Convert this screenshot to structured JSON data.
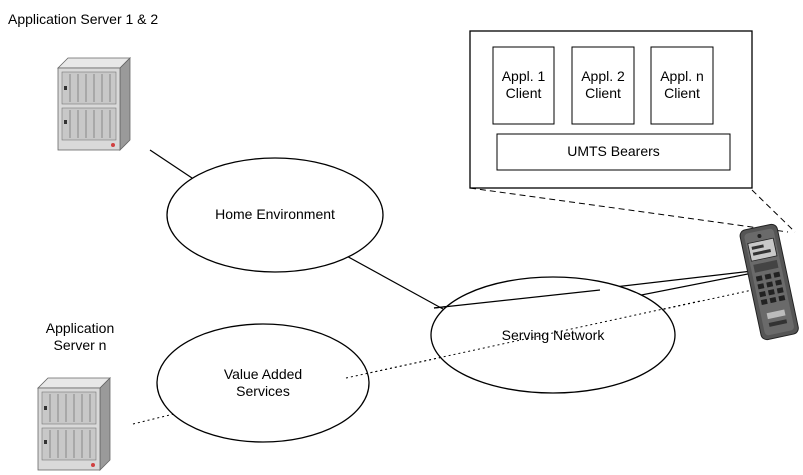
{
  "labels": {
    "app_server_1_2": "Application Server 1 & 2",
    "app_server_n_line1": "Application",
    "app_server_n_line2": "Server n",
    "home_environment": "Home Environment",
    "serving_network": "Serving Network",
    "value_added_line1": "Value Added",
    "value_added_line2": "Services"
  },
  "terminal_box": {
    "clients": [
      {
        "line1": "Appl. 1",
        "line2": "Client"
      },
      {
        "line1": "Appl. 2",
        "line2": "Client"
      },
      {
        "line1": "Appl. n",
        "line2": "Client"
      }
    ],
    "bearers": "UMTS Bearers"
  },
  "icons": {
    "server_top": "server-rack-icon",
    "server_bottom": "server-rack-icon",
    "mobile": "mobile-phone-icon"
  },
  "colors": {
    "server_body": "#d9d9d9",
    "server_dark": "#8c8c8c",
    "phone_body": "#555555",
    "led": "#d04040"
  }
}
